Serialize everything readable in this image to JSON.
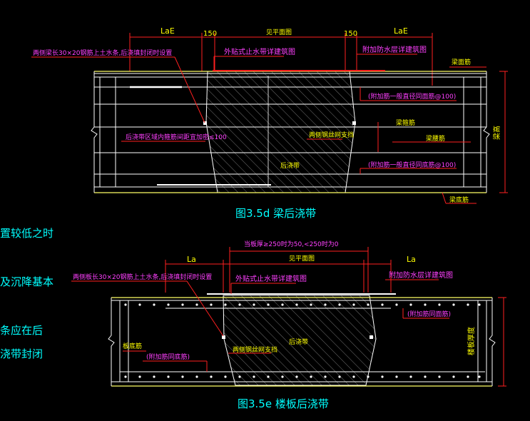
{
  "colors": {
    "background": "#000000",
    "structure": "#ffffff",
    "dimension": "#ff2020",
    "annotation": "#ff40ff",
    "label": "#ffff00",
    "caption": "#00ffff",
    "hatch": "#ffffff"
  },
  "side_text": [
    "置较低之时",
    "及沉降基本",
    "条应在后",
    "浇带封闭"
  ],
  "beam": {
    "caption": "图3.5d  梁后浇带",
    "dims": [
      "LaE",
      "150",
      "见平面图",
      "150",
      "LaE"
    ],
    "notes": {
      "left_top": "两侧梁长30×20钢筋上土水条,后浇填封闭时设置",
      "center_top": "外贴式止水带详建筑图",
      "right_top": "附加防水层详建筑图",
      "beam_top_bar": "梁面筋",
      "add_top": "(附加筋一般直径同面筋@100)",
      "stirrup": "梁箍筋",
      "waist": "梁腰筋",
      "left_mid": "后浇带区域内箍筋间距宜加密≤100",
      "mesh": "两侧钢丝网支挡",
      "add_bottom": "(附加筋一般直径同底筋@100)",
      "post_pour": "后浇带",
      "bottom_bar": "梁底筋",
      "height": "梁高"
    }
  },
  "slab": {
    "caption": "图3.5e  楼板后浇带",
    "dims": [
      "当板厚≥250时为50,<250时为0",
      "La",
      "见平面图",
      "La"
    ],
    "notes": {
      "left_top": "两侧板长30×20钢筋上土水条,后浇填封闭时设置",
      "center_top": "外贴式止水带详建筑图",
      "right_top": "附加防水层详建筑图",
      "add_top": "(附加筋同面筋)",
      "add_bottom": "(附加筋同底筋)",
      "bottom_label": "板底筋",
      "mesh": "两侧钢丝网支挡",
      "post_pour": "后浇带",
      "thickness": "楼板厚度"
    }
  }
}
